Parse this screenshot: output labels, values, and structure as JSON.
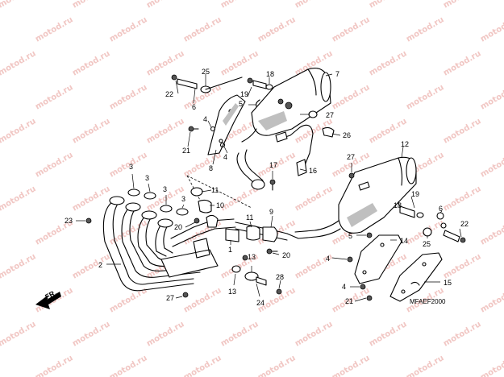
{
  "watermark": {
    "text": "motod.ru"
  },
  "diagram_code": "MFAEF2000",
  "front_marker": {
    "label": "FR."
  },
  "callouts": [
    {
      "n": "22"
    },
    {
      "n": "25"
    },
    {
      "n": "6"
    },
    {
      "n": "18"
    },
    {
      "n": "19"
    },
    {
      "n": "5"
    },
    {
      "n": "7"
    },
    {
      "n": "27"
    },
    {
      "n": "4"
    },
    {
      "n": "26"
    },
    {
      "n": "21"
    },
    {
      "n": "4"
    },
    {
      "n": "8"
    },
    {
      "n": "17"
    },
    {
      "n": "16"
    },
    {
      "n": "12"
    },
    {
      "n": "27"
    },
    {
      "n": "3"
    },
    {
      "n": "3"
    },
    {
      "n": "3"
    },
    {
      "n": "3"
    },
    {
      "n": "11"
    },
    {
      "n": "10"
    },
    {
      "n": "19"
    },
    {
      "n": "23"
    },
    {
      "n": "20"
    },
    {
      "n": "11"
    },
    {
      "n": "9"
    },
    {
      "n": "18"
    },
    {
      "n": "6"
    },
    {
      "n": "22"
    },
    {
      "n": "5"
    },
    {
      "n": "14"
    },
    {
      "n": "25"
    },
    {
      "n": "2"
    },
    {
      "n": "1"
    },
    {
      "n": "20"
    },
    {
      "n": "4"
    },
    {
      "n": "13"
    },
    {
      "n": "28"
    },
    {
      "n": "15"
    },
    {
      "n": "4"
    },
    {
      "n": "21"
    },
    {
      "n": "27"
    },
    {
      "n": "13"
    },
    {
      "n": "24"
    }
  ]
}
